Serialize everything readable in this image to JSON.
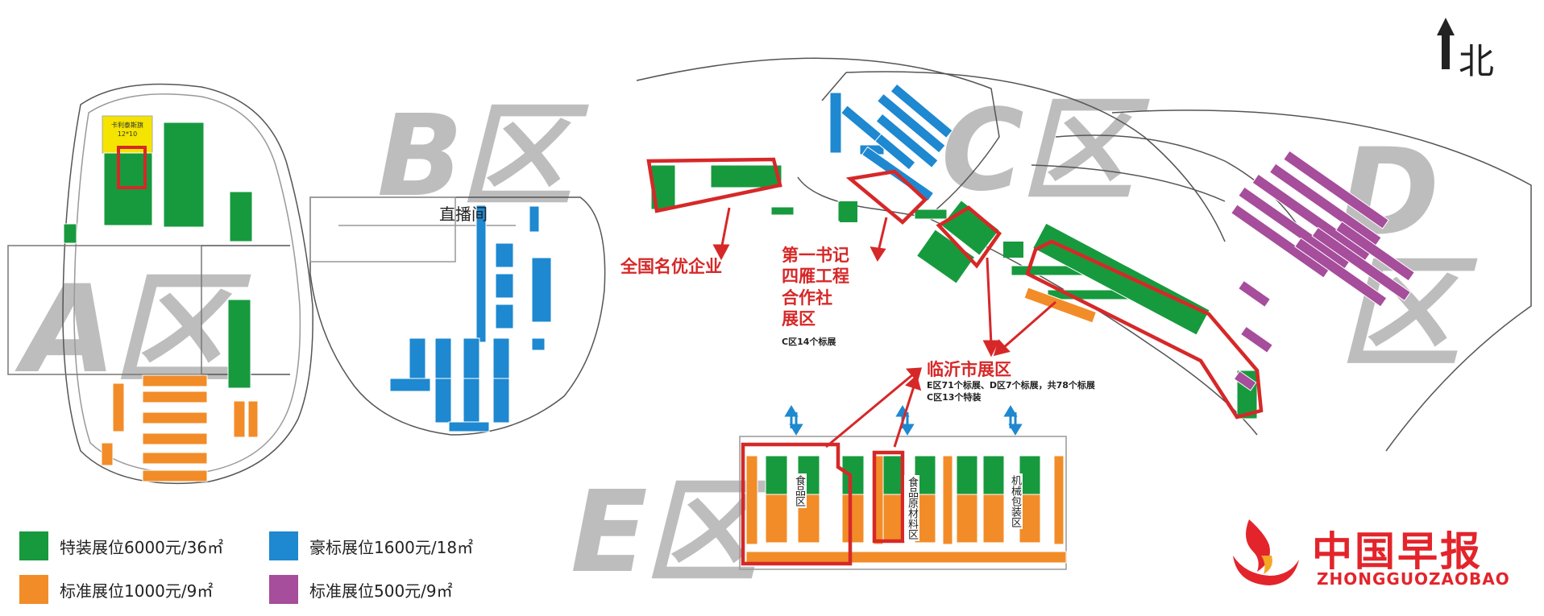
{
  "colors": {
    "special": "#179a3e",
    "deluxe": "#1e88d0",
    "standard_orange": "#f28c28",
    "standard_purple": "#a64d9b",
    "highlight": "#d62828",
    "zone_label": "#bdbdbd",
    "outline": "#555555"
  },
  "compass": {
    "label": "北"
  },
  "zones": {
    "a": "A区",
    "b": "B区",
    "c": "C区",
    "d": "D区",
    "e": "E区"
  },
  "b_zone": {
    "live_room": "直播间"
  },
  "a_zone": {
    "yellow_box_line1": "卡利泰斯旗",
    "yellow_box_line2": "12*10"
  },
  "annotations": {
    "famous": "全国名优企业",
    "secretary_line1": "第一书记",
    "secretary_line2": "四雁工程",
    "secretary_line3": "合作社",
    "secretary_line4": "展区",
    "secretary_note": "C区14个标展",
    "linyi_title": "临沂市展区",
    "linyi_note1": "E区71个标展、D区7个标展，共78个标展",
    "linyi_note2": "C区13个特装"
  },
  "e_zone": {
    "food": "食品区",
    "raw": "食品原材料区",
    "machinery": "机械包装区"
  },
  "legend": [
    {
      "label": "特装展位6000元/36㎡",
      "color": "#179a3e"
    },
    {
      "label": "豪标展位1600元/18㎡",
      "color": "#1e88d0"
    },
    {
      "label": "标准展位1000元/9㎡",
      "color": "#f28c28"
    },
    {
      "label": "标准展位500元/9㎡",
      "color": "#a64d9b"
    }
  ],
  "logo": {
    "cn": "中国早报",
    "en": "ZHONGGUOZAOBAO"
  }
}
